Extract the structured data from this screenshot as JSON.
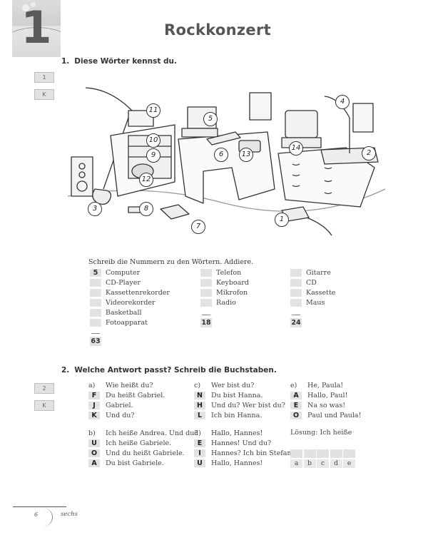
{
  "chapter": {
    "number": "1"
  },
  "title": "Rockkonzert",
  "exercise1": {
    "number": "1.",
    "heading": "Diese Wörter kennst du.",
    "side_labels": [
      "1",
      "K"
    ],
    "illustration": {
      "description": "Cartoon of a cluttered room with music and electronic equipment",
      "callouts": [
        "1",
        "2",
        "3",
        "4",
        "5",
        "6",
        "7",
        "8",
        "9",
        "10",
        "11",
        "12",
        "13",
        "14"
      ]
    },
    "instruction": "Schreib die Nummern zu den Wörtern. Addiere.",
    "columns": [
      {
        "items": [
          {
            "value": "5",
            "label": "Computer"
          },
          {
            "value": "",
            "label": "CD-Player"
          },
          {
            "value": "",
            "label": "Kassettenrekorder"
          },
          {
            "value": "",
            "label": "Videorekorder"
          },
          {
            "value": "",
            "label": "Basketball"
          },
          {
            "value": "",
            "label": "Fotoapparat"
          }
        ],
        "sum": "63"
      },
      {
        "items": [
          {
            "value": "",
            "label": "Telefon"
          },
          {
            "value": "",
            "label": "Keyboard"
          },
          {
            "value": "",
            "label": "Mikrofon"
          },
          {
            "value": "",
            "label": "Radio"
          }
        ],
        "sum": "18"
      },
      {
        "items": [
          {
            "value": "",
            "label": "Gitarre"
          },
          {
            "value": "",
            "label": "CD"
          },
          {
            "value": "",
            "label": "Kassette"
          },
          {
            "value": "",
            "label": "Maus"
          }
        ],
        "sum": "24"
      }
    ]
  },
  "exercise2": {
    "number": "2.",
    "heading": "Welche Antwort passt? Schreib die Buchstaben.",
    "side_labels": [
      "2",
      "K"
    ],
    "questions": [
      {
        "letter": "a)",
        "question": "Wie heißt du?",
        "answers": [
          {
            "code": "F",
            "text": "Du heißt Gabriel."
          },
          {
            "code": "J",
            "text": "Gabriel."
          },
          {
            "code": "K",
            "text": "Und du?"
          }
        ]
      },
      {
        "letter": "b)",
        "question": "Ich heiße Andrea. Und du?",
        "answers": [
          {
            "code": "U",
            "text": "Ich heiße Gabriele."
          },
          {
            "code": "O",
            "text": "Und du heißt Gabriele."
          },
          {
            "code": "A",
            "text": "Du bist Gabriele."
          }
        ]
      },
      {
        "letter": "c)",
        "question": "Wer bist du?",
        "answers": [
          {
            "code": "N",
            "text": "Du bist Hanna."
          },
          {
            "code": "H",
            "text": "Und du? Wer bist du?"
          },
          {
            "code": "L",
            "text": "Ich bin Hanna."
          }
        ]
      },
      {
        "letter": "d)",
        "question": "Hallo, Hannes!",
        "answers": [
          {
            "code": "E",
            "text": "Hannes! Und du?"
          },
          {
            "code": "I",
            "text": "Hannes? Ich bin Stefan."
          },
          {
            "code": "U",
            "text": "Hallo, Hannes!"
          }
        ]
      },
      {
        "letter": "e)",
        "question": "He, Paula!",
        "answers": [
          {
            "code": "A",
            "text": "Hallo, Paul!"
          },
          {
            "code": "E",
            "text": "Na so was!"
          },
          {
            "code": "O",
            "text": "Paul und Paula!"
          }
        ]
      }
    ],
    "solution": {
      "label": "Lösung: Ich heiße",
      "cells": [
        "a",
        "b",
        "c",
        "d",
        "e"
      ]
    }
  },
  "footer": {
    "page_number": "6",
    "page_word": "sechs"
  },
  "colors": {
    "box_fill": "#e2e2e2",
    "text": "#444444",
    "title": "#555555"
  }
}
